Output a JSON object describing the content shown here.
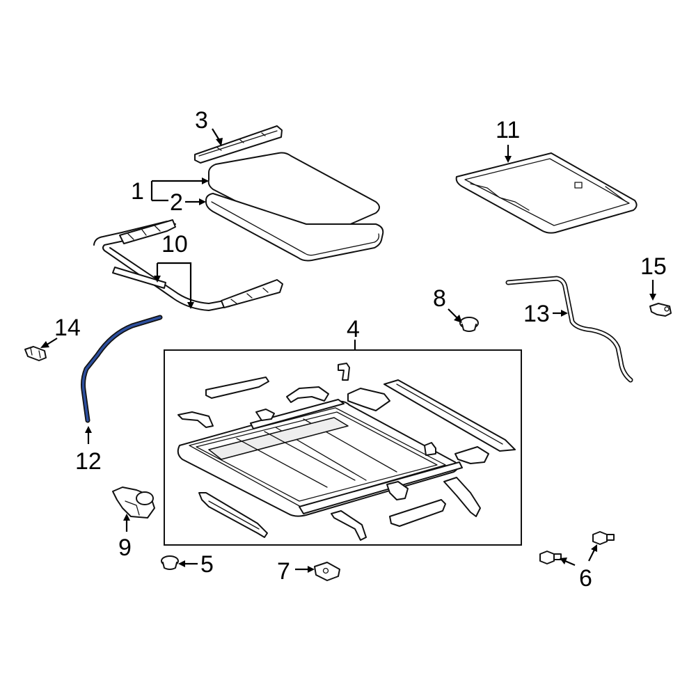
{
  "diagram": {
    "highlight_color": "#2d4f9e",
    "line_color": "#111111",
    "callouts": [
      {
        "id": "c1",
        "label": "1"
      },
      {
        "id": "c2",
        "label": "2"
      },
      {
        "id": "c3",
        "label": "3"
      },
      {
        "id": "c4",
        "label": "4"
      },
      {
        "id": "c5",
        "label": "5"
      },
      {
        "id": "c6",
        "label": "6"
      },
      {
        "id": "c7",
        "label": "7"
      },
      {
        "id": "c8",
        "label": "8"
      },
      {
        "id": "c9",
        "label": "9"
      },
      {
        "id": "c10",
        "label": "10"
      },
      {
        "id": "c11",
        "label": "11"
      },
      {
        "id": "c12",
        "label": "12"
      },
      {
        "id": "c13",
        "label": "13"
      },
      {
        "id": "c14",
        "label": "14"
      },
      {
        "id": "c15",
        "label": "15"
      }
    ]
  }
}
